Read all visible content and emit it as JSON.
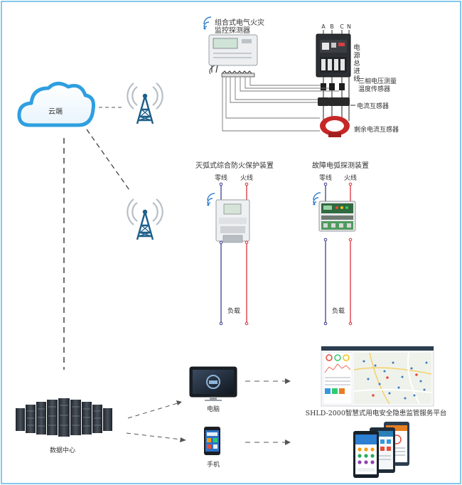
{
  "cloud": {
    "label": "云端"
  },
  "detector": {
    "title_line1": "组合式电气火灾",
    "title_line2": "监控探测器"
  },
  "breaker": {
    "phases": [
      "A",
      "B",
      "C",
      "N"
    ],
    "label_chars": [
      "电",
      "源",
      "总",
      "进",
      "线"
    ]
  },
  "sensors": {
    "voltage_temp_line1": "三相电压测量",
    "voltage_temp_line2": "温度传感器",
    "current_transformer": "电流互感器",
    "residual_transformer": "剩余电流互感器"
  },
  "arc_protect": {
    "title": "灭弧式综合防火保护装置",
    "neutral": "零线",
    "live": "火线",
    "load": "负载"
  },
  "arc_detect": {
    "title": "故障电弧探测装置",
    "neutral": "零线",
    "live": "火线",
    "load": "负载"
  },
  "computer": {
    "label": "电脑"
  },
  "phone": {
    "label": "手机"
  },
  "data_center": {
    "label": "数据中心"
  },
  "platform": {
    "title": "SHLD-2000智慧式用电安全隐患监管服务平台"
  },
  "colors": {
    "frame": "#5eb6e6",
    "cloud": "#2f9fe0",
    "neutral_wire": "#3a3f8f",
    "live_wire": "#d9313a",
    "residual_ring": "#c62828",
    "tower": "#1d5f8a"
  }
}
